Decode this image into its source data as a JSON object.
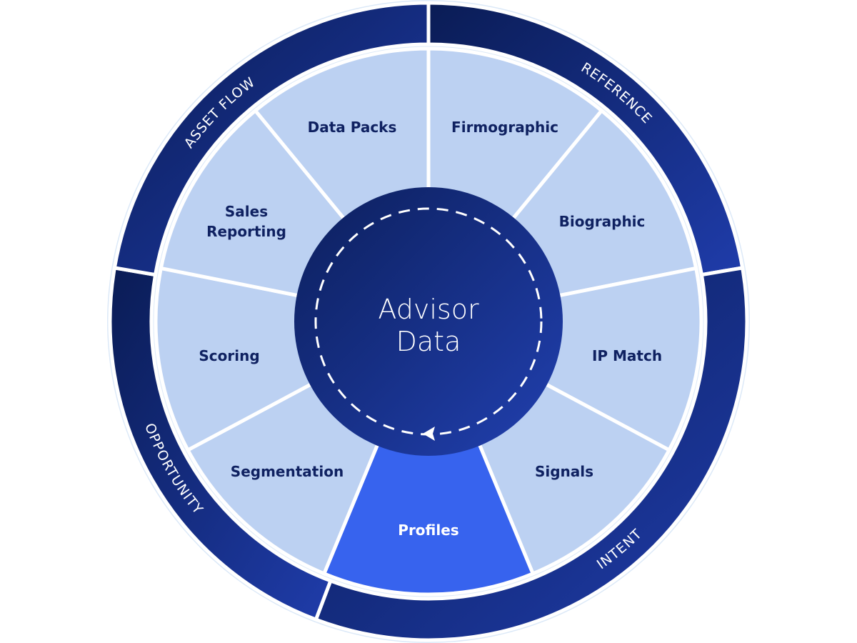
{
  "center": {
    "line1": "Advisor",
    "line2": "Data"
  },
  "segments": [
    {
      "lines": [
        "Firmographic"
      ],
      "active": false
    },
    {
      "lines": [
        "Biographic"
      ],
      "active": false
    },
    {
      "lines": [
        "IP Match"
      ],
      "active": false
    },
    {
      "lines": [
        "Signals"
      ],
      "active": false
    },
    {
      "lines": [
        "Profiles"
      ],
      "active": true
    },
    {
      "lines": [
        "Segmentation"
      ],
      "active": false
    },
    {
      "lines": [
        "Scoring"
      ],
      "active": false
    },
    {
      "lines": [
        "Sales",
        "Reporting"
      ],
      "active": false
    },
    {
      "lines": [
        "Data Packs"
      ],
      "active": false
    }
  ],
  "ring": [
    {
      "label": "REFERENCE"
    },
    {
      "label": "INTENT"
    },
    {
      "label": "OPPORTUNITY"
    },
    {
      "label": "ASSET FLOW"
    }
  ],
  "colors": {
    "segment": "#bcd1f2",
    "segment_active": "#3763ee",
    "ring_dark": "#0c1f5a",
    "ring_light": "#1f3ba6",
    "text_dark": "#0f2161"
  }
}
